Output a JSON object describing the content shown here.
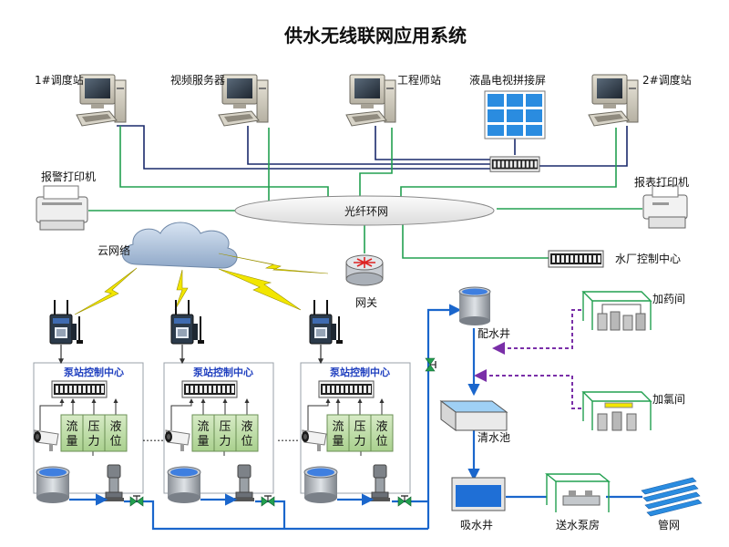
{
  "title": "供水无线联网应用系统",
  "top_devices": {
    "dispatch1": "1#调度站",
    "video_server": "视频服务器",
    "engineer": "工程师站",
    "lcd_wall": "液晶电视拼接屏",
    "dispatch2": "2#调度站"
  },
  "printers": {
    "alarm": "报警打印机",
    "report": "报表打印机"
  },
  "network": {
    "fiber_ring": "光纤环网",
    "cloud": "云网络",
    "gateway": "网关",
    "plant_center": "水厂控制中心"
  },
  "pump_station": {
    "center_label": "泵站控制中心",
    "sensors": [
      {
        "line1": "流",
        "line2": "量"
      },
      {
        "line1": "压",
        "line2": "力"
      },
      {
        "line1": "液",
        "line2": "位"
      }
    ],
    "ellipsis": "……"
  },
  "plant": {
    "distribution_well": "配水井",
    "dosing_room": "加药间",
    "chlorination_room": "加氯间",
    "clear_water_tank": "清水池",
    "suction_well": "吸水井",
    "pump_house": "送水泵房",
    "pipe_network": "管网"
  },
  "colors": {
    "green_line": "#22a050",
    "navy_line": "#1a2a6c",
    "water_pipe": "#1a66cc",
    "dashed_purple": "#7a2fa8",
    "lightning": "#f2e600",
    "box_border": "#9aa0a8"
  }
}
